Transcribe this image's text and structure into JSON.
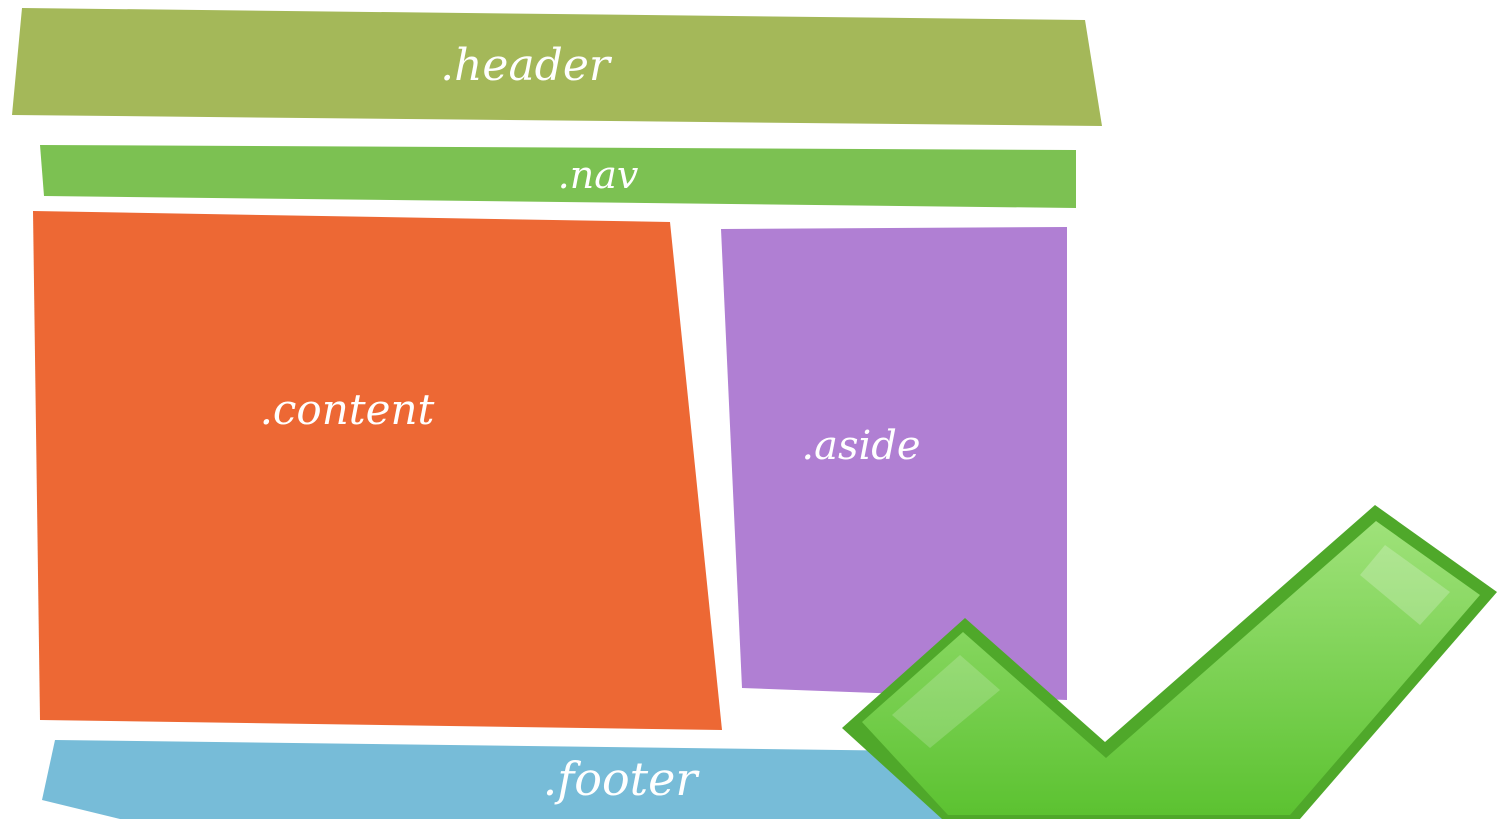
{
  "layout_blocks": [
    {
      "id": "header",
      "label": ".header",
      "color": "#a4b859"
    },
    {
      "id": "nav",
      "label": ".nav",
      "color": "#7cc152"
    },
    {
      "id": "content",
      "label": ".content",
      "color": "#ed6834"
    },
    {
      "id": "aside",
      "label": ".aside",
      "color": "#b07fd3"
    },
    {
      "id": "footer",
      "label": ".footer",
      "color": "#77bcd8"
    }
  ],
  "checkmark": {
    "icon": "checkmark-icon",
    "color": "#6fcf3e",
    "outline_color": "#4fa82a"
  }
}
